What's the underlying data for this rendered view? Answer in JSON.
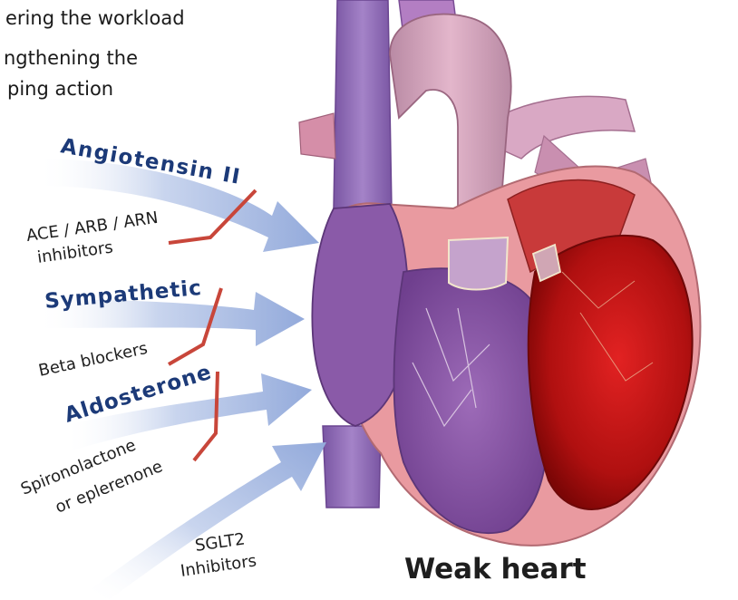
{
  "header_lines": [
    "ering the workload",
    "ngthening the",
    "ping action"
  ],
  "caption": "Weak heart",
  "pathways": [
    {
      "hormone": "Angiotensin II",
      "drug_lines": [
        "ACE / ARB / ARN",
        "inhibitors"
      ]
    },
    {
      "hormone": "Sympathetic",
      "drug_lines": [
        "Beta blockers"
      ]
    },
    {
      "hormone": "Aldosterone",
      "drug_lines": [
        "Spironolactone",
        "or eplerenone"
      ]
    },
    {
      "hormone": "",
      "drug_lines": [
        "SGLT2",
        "Inhibitors"
      ]
    }
  ],
  "colors": {
    "arrow": "#93aadb",
    "hormone_text": "#1c3a78",
    "blocker_line": "#c8463a",
    "vena": "#8f6ab8",
    "aorta": "#d7a3bc",
    "left_ventricle": "#c41616",
    "right_ventricle": "#8b55a8",
    "heart_wall": "#e59a9e"
  }
}
